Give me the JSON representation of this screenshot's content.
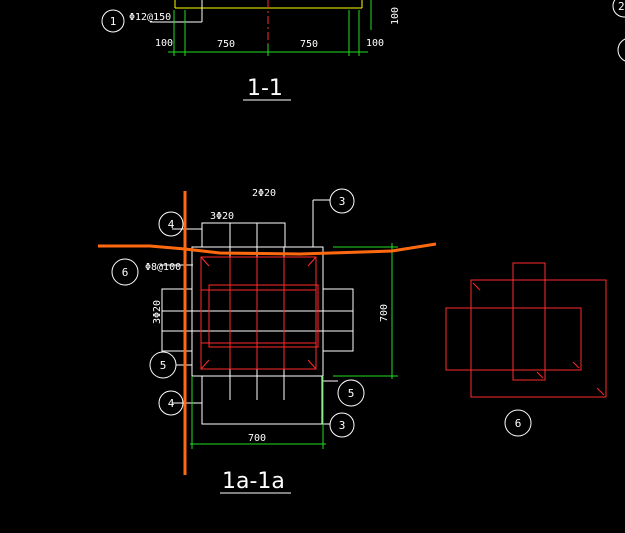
{
  "drawing": {
    "section_1_1": {
      "title": "1-1",
      "callout_1": "1",
      "rebar_note": "Φ12@150",
      "dim_left": "100",
      "dim_mid_left": "750",
      "dim_mid_right": "750",
      "dim_right": "100",
      "dim_side": "100"
    },
    "section_1a_1a": {
      "title": "1a-1a",
      "top_bars": "2Φ20",
      "mid_bars": "3Φ20",
      "side_bars": "3Φ20",
      "stirrup": "Φ8@100",
      "dim_width": "700",
      "dim_height": "700",
      "callout_3_top": "3",
      "callout_4_top": "4",
      "callout_6": "6",
      "callout_5_left": "5",
      "callout_4_bottom": "4",
      "callout_5_right": "5",
      "callout_3_bottom": "3"
    },
    "detail_6": {
      "callout": "6"
    },
    "edge_callout_right": "2",
    "colors": {
      "background": "#000000",
      "concrete": "#ffffff",
      "rebar": "#ff2a2a",
      "dimension": "#22dd22",
      "outline": "#ffff00",
      "break_line": "#ff6a10"
    }
  }
}
